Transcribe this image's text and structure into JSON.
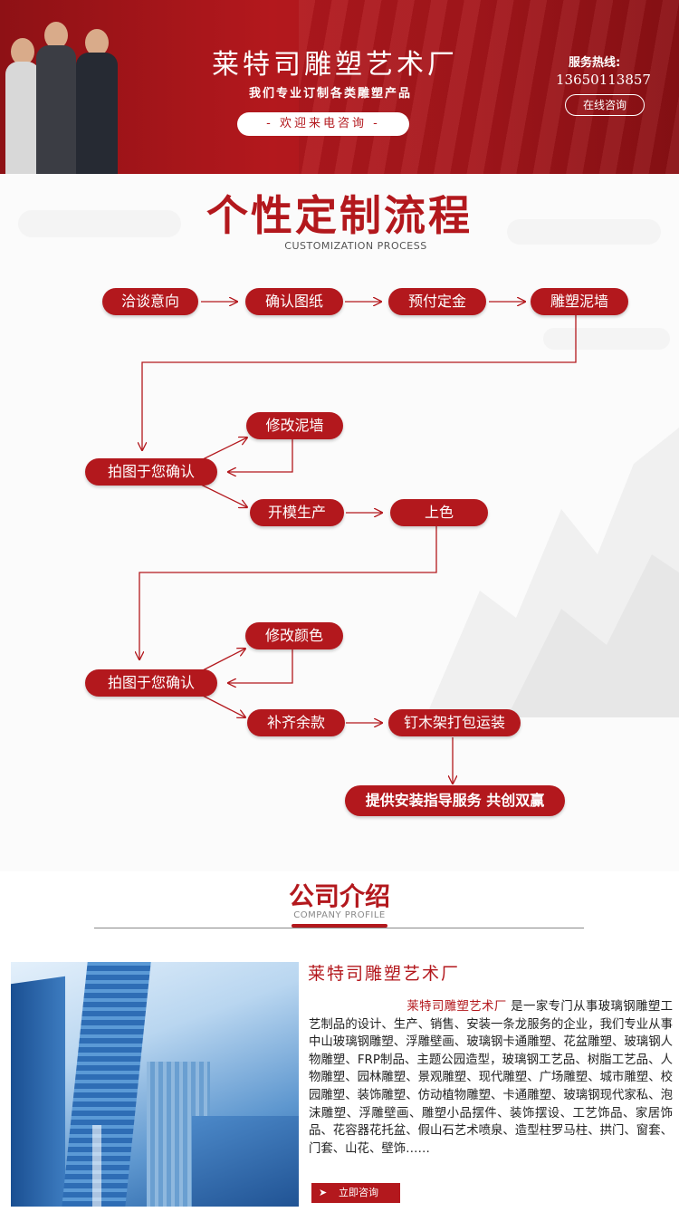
{
  "banner": {
    "title": "莱特司雕塑艺术厂",
    "subtitle": "我们专业订制各类雕塑产品",
    "welcome": "-  欢迎来电咨询  -",
    "hotline_label": "服务热线:",
    "hotline_number": "13650113857",
    "online_button": "在线咨询"
  },
  "process": {
    "title": "个性定制流程",
    "subtitle": "CUSTOMIZATION PROCESS",
    "steps": [
      "洽谈意向",
      "确认图纸",
      "预付定金",
      "雕塑泥墙",
      "修改泥墙",
      "拍图于您确认",
      "开模生产",
      "上色",
      "修改颜色",
      "拍图于您确认",
      "补齐余款",
      "钉木架打包运装",
      "提供安装指导服务 共创双赢"
    ]
  },
  "company": {
    "title": "公司介绍",
    "subtitle": "COMPANY PROFILE",
    "name": "莱特司雕塑艺术厂",
    "intro_highlight": "莱特司雕塑艺术厂",
    "intro_text": "是一家专门从事玻璃钢雕塑工艺制品的设计、生产、销售、安装一条龙服务的企业，我们专业从事中山玻璃钢雕塑、浮雕壁画、玻璃钢卡通雕塑、花盆雕塑、玻璃钢人物雕塑、FRP制品、主题公园造型，玻璃钢工艺品、树脂工艺品、人物雕塑、园林雕塑、景观雕塑、现代雕塑、广场雕塑、城市雕塑、校园雕塑、装饰雕塑、仿动植物雕塑、卡通雕塑、玻璃钢现代家私、泡沫雕塑、浮雕壁画、雕塑小品摆件、装饰摆设、工艺饰品、家居饰品、花容器花托盆、假山石艺术喷泉、造型柱罗马柱、拱门、窗套、门套、山花、壁饰……",
    "consult_button": "立即咨询",
    "button_arrow": "➤"
  },
  "colors": {
    "brand_red": "#b3181d",
    "dark_red": "#8e1115"
  }
}
